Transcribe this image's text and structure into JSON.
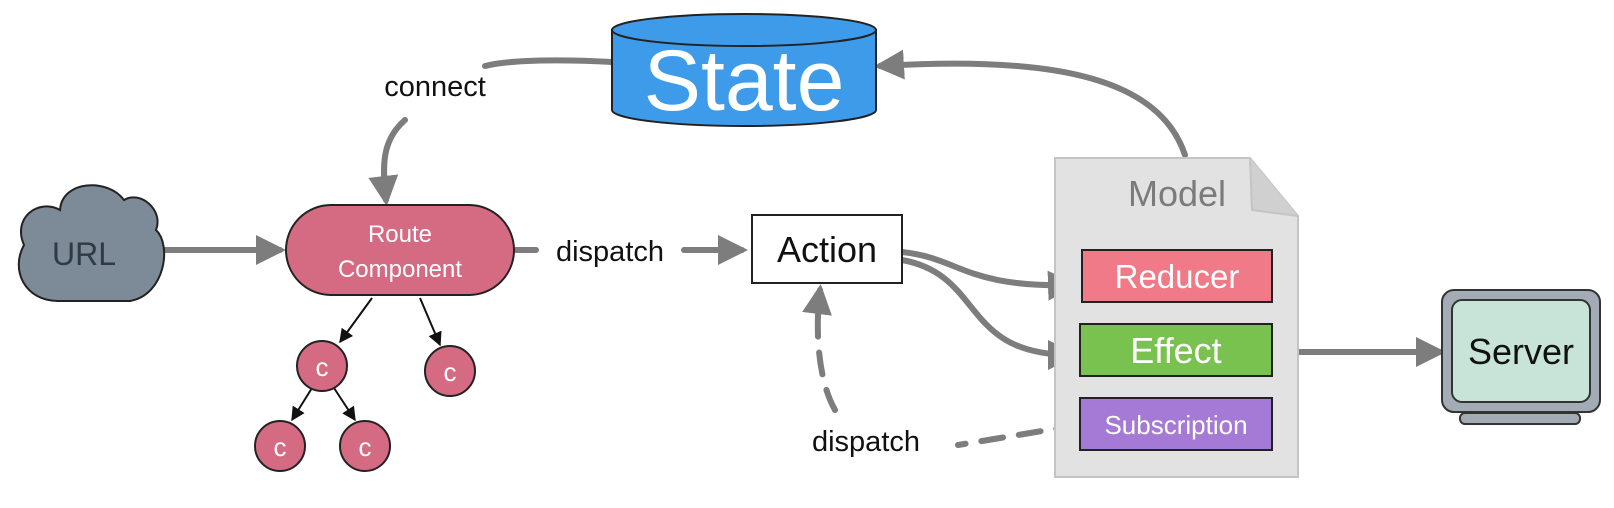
{
  "nodes": {
    "state": {
      "label": "State",
      "color": "#3d9be9"
    },
    "url": {
      "label": "URL",
      "color": "#7d8a97"
    },
    "route": {
      "line1": "Route",
      "line2": "Component",
      "color": "#d56a83"
    },
    "action": {
      "label": "Action"
    },
    "model": {
      "label": "Model"
    },
    "reducer": {
      "label": "Reducer",
      "color": "#f07a88"
    },
    "effect": {
      "label": "Effect",
      "color": "#79c24f"
    },
    "subscription": {
      "label": "Subscription",
      "color": "#a47ad6"
    },
    "server": {
      "label": "Server",
      "color": "#c8e4d8"
    },
    "children": [
      "c",
      "c",
      "c",
      "c"
    ]
  },
  "edges": {
    "connect": "connect",
    "dispatch_route": "dispatch",
    "dispatch_sub": "dispatch"
  }
}
